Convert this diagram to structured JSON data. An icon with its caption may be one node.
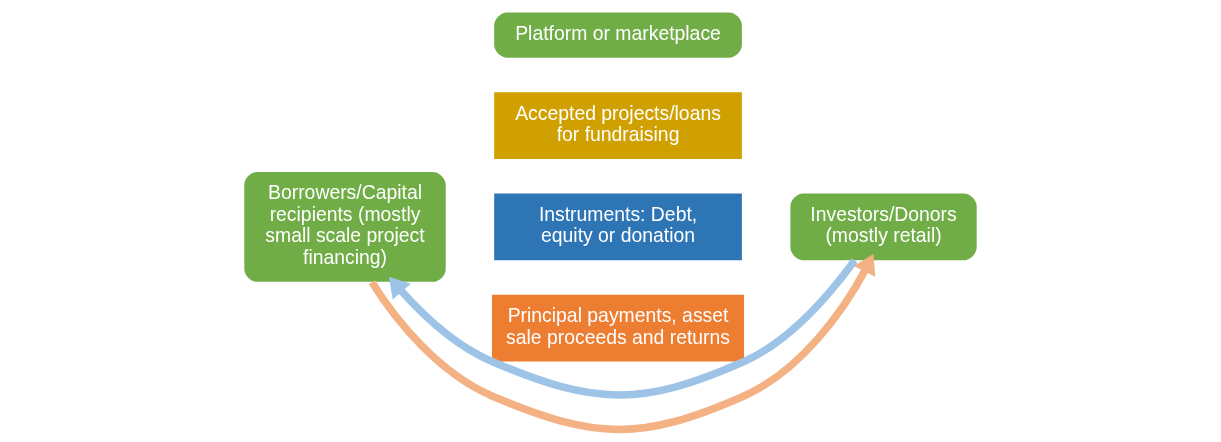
{
  "diagram": {
    "nodes": [
      {
        "text": [
          "Platform or marketplace"
        ]
      },
      {
        "text": [
          "Accepted projects/loans for fundraising"
        ]
      },
      {
        "text": [
          "Borrowers/Capital recipients (mostly small scale project financing)"
        ]
      },
      {
        "text": [
          "Instruments: Debt, equity or donation"
        ]
      },
      {
        "text": [
          "Investors/Donors (mostly retail)"
        ]
      },
      {
        "text": [
          "Principal payments, asset sale proceeds and returns"
        ]
      }
    ],
    "edges": [
      {
        "from": 4,
        "to": 2,
        "arrow": "to",
        "color": "#9dc3e6"
      },
      {
        "from": 2,
        "to": 4,
        "arrow": "to",
        "color": "#f4b183"
      }
    ]
  }
}
